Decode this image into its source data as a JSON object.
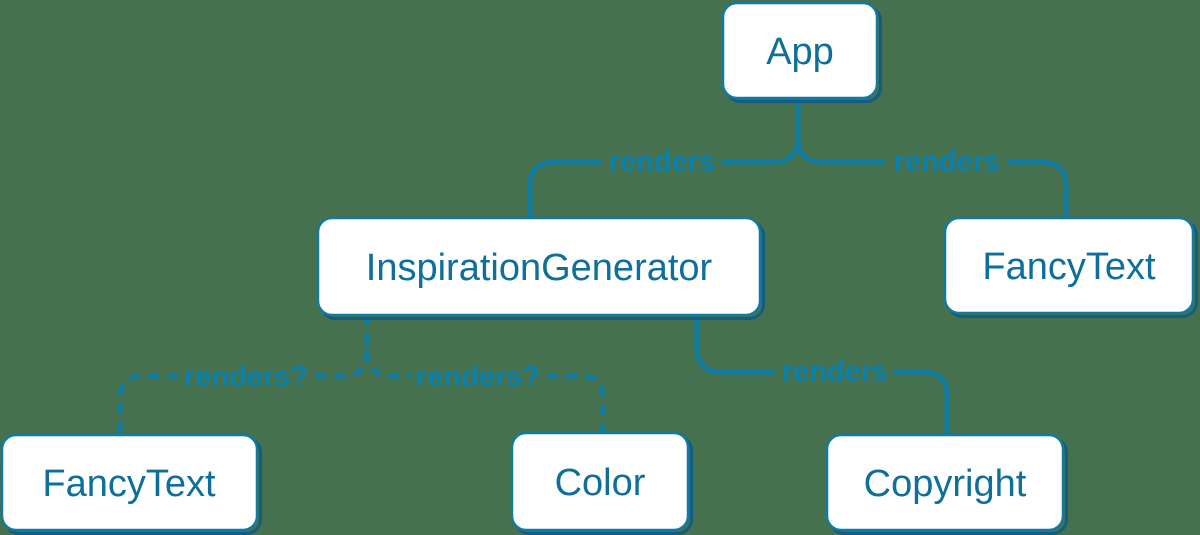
{
  "diagram": {
    "type": "component-render-tree",
    "root": "App"
  },
  "colors": {
    "background": "#46714E",
    "line": "#0F7BA1",
    "label": "#0A80AD",
    "box_fill": "#FFFFFF",
    "box_border": "#107AA1",
    "box_shadow": "#135D82",
    "box_text": "#0E6F9A"
  },
  "nodes": {
    "app": {
      "label": "App"
    },
    "inspiration_generator": {
      "label": "InspirationGenerator"
    },
    "fancy_text_top": {
      "label": "FancyText"
    },
    "fancy_text_bottom": {
      "label": "FancyText"
    },
    "color": {
      "label": "Color"
    },
    "copyright": {
      "label": "Copyright"
    }
  },
  "edges": {
    "app_to_inspiration_generator": {
      "label": "renders",
      "style": "solid",
      "from": "App",
      "to": "InspirationGenerator"
    },
    "app_to_fancy_text": {
      "label": "renders",
      "style": "solid",
      "from": "App",
      "to": "FancyText"
    },
    "inspiration_generator_to_fancy_text": {
      "label": "renders?",
      "style": "dashed",
      "from": "InspirationGenerator",
      "to": "FancyText"
    },
    "inspiration_generator_to_color": {
      "label": "renders?",
      "style": "dashed",
      "from": "InspirationGenerator",
      "to": "Color"
    },
    "inspiration_generator_to_copyright": {
      "label": "renders",
      "style": "solid",
      "from": "InspirationGenerator",
      "to": "Copyright"
    }
  }
}
